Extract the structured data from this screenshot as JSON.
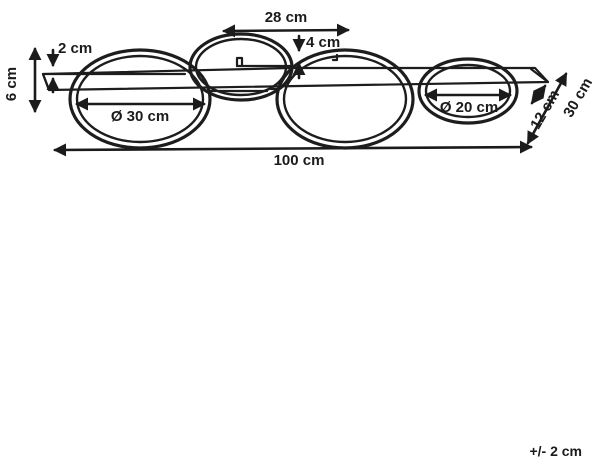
{
  "dimensions": {
    "width_label": "100 cm",
    "depth_label": "30 cm",
    "top_width_label": "28 cm",
    "front_drop_label": "4 cm",
    "canopy_thickness_label": "2 cm",
    "height_label": "6 cm",
    "side_height_label": "12 cm",
    "large_ring_label": "Ø 30 cm",
    "small_ring_label": "Ø 20 cm"
  },
  "footer": {
    "tolerance_label": "+/- 2 cm"
  },
  "colors": {
    "line": "#1d1d1d",
    "background": "#ffffff"
  }
}
